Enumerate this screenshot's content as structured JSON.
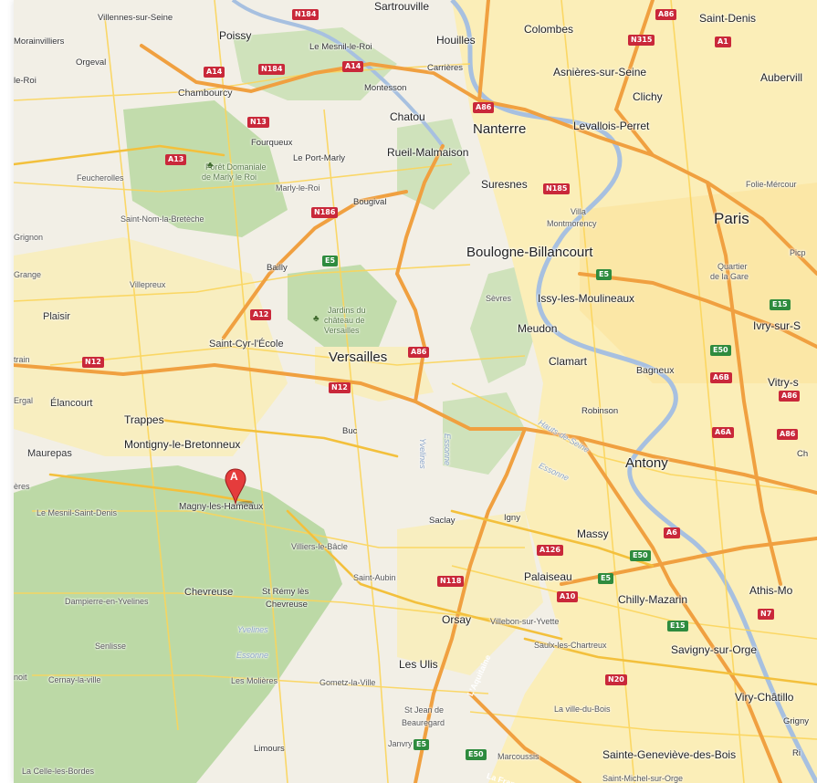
{
  "map": {
    "marker": {
      "letter": "A"
    },
    "cities_big": [
      {
        "id": "paris",
        "name": "Paris"
      },
      {
        "id": "versailles",
        "name": "Versailles"
      },
      {
        "id": "nanterre",
        "name": "Nanterre"
      },
      {
        "id": "boulogne",
        "name": "Boulogne-Billancourt"
      },
      {
        "id": "antony",
        "name": "Antony"
      },
      {
        "id": "clamart",
        "name": "Clamart"
      },
      {
        "id": "meudon",
        "name": "Meudon"
      },
      {
        "id": "issy",
        "name": "Issy-les-Moulineaux"
      },
      {
        "id": "montigny",
        "name": "Montigny-le-Bretonneux"
      },
      {
        "id": "trappes",
        "name": "Trappes"
      },
      {
        "id": "palaiseau",
        "name": "Palaiseau"
      },
      {
        "id": "massy",
        "name": "Massy"
      },
      {
        "id": "orsay",
        "name": "Orsay"
      },
      {
        "id": "lesulis",
        "name": "Les Ulis"
      },
      {
        "id": "chilly",
        "name": "Chilly-Mazarin"
      },
      {
        "id": "savigny",
        "name": "Savigny-sur-Orge"
      },
      {
        "id": "stgenevieve",
        "name": "Sainte-Geneviève-des-Bois"
      },
      {
        "id": "asnieres",
        "name": "Asnières-sur-Seine"
      },
      {
        "id": "colombes",
        "name": "Colombes"
      },
      {
        "id": "levallois",
        "name": "Levallois-Perret"
      },
      {
        "id": "stdenis",
        "name": "Saint-Denis"
      },
      {
        "id": "suresnes",
        "name": "Suresnes"
      },
      {
        "id": "rueil",
        "name": "Rueil-Malmaison"
      },
      {
        "id": "chatou",
        "name": "Chatou"
      },
      {
        "id": "houilles",
        "name": "Houilles"
      },
      {
        "id": "clichy",
        "name": "Clichy"
      },
      {
        "id": "poissy",
        "name": "Poissy"
      },
      {
        "id": "chevreuse",
        "name": "Chevreuse"
      },
      {
        "id": "stcyr",
        "name": "Saint-Cyr-l'École"
      },
      {
        "id": "elancourt",
        "name": "Élancourt"
      },
      {
        "id": "plaisir",
        "name": "Plaisir"
      },
      {
        "id": "maurepas",
        "name": "Maurepas"
      },
      {
        "id": "magny",
        "name": "Magny-les-Hameaux"
      },
      {
        "id": "aubervilliers",
        "name": "Aubervill"
      },
      {
        "id": "ivry",
        "name": "Ivry-sur-S"
      },
      {
        "id": "vitry",
        "name": "Vitry-s"
      },
      {
        "id": "athis",
        "name": "Athis-Mo"
      },
      {
        "id": "viry",
        "name": "Viry-Châtillo"
      },
      {
        "id": "sartrouville",
        "name": "Sartrouville"
      },
      {
        "id": "bagneux",
        "name": "Bagneux"
      }
    ],
    "towns_small": [
      {
        "id": "villennes",
        "name": "Villennes-sur-Seine"
      },
      {
        "id": "morainvilliers",
        "name": "Morainvilliers"
      },
      {
        "id": "orgeval",
        "name": "Orgeval"
      },
      {
        "id": "lesroi",
        "name": "le-Roi"
      },
      {
        "id": "mesnil",
        "name": "Le Mesnil-le-Roi"
      },
      {
        "id": "carrieres",
        "name": "Carrières"
      },
      {
        "id": "chambourcy",
        "name": "Chambourcy"
      },
      {
        "id": "montesson",
        "name": "Montesson"
      },
      {
        "id": "fourqueux",
        "name": "Fourqueux"
      },
      {
        "id": "portmarly",
        "name": "Le Port-Marly"
      },
      {
        "id": "feucherolles",
        "name": "Feucherolles"
      },
      {
        "id": "marly",
        "name": "Marly-le-Roi"
      },
      {
        "id": "bougival",
        "name": "Bougival"
      },
      {
        "id": "stnom",
        "name": "Saint-Nom-la-Bretèche"
      },
      {
        "id": "grignon",
        "name": "Grignon"
      },
      {
        "id": "bailly",
        "name": "Bailly"
      },
      {
        "id": "grange",
        "name": "Grange"
      },
      {
        "id": "villepreux",
        "name": "Villepreux"
      },
      {
        "id": "sevres",
        "name": "Sèvres"
      },
      {
        "id": "villa",
        "name": "Villa"
      },
      {
        "id": "montmorency",
        "name": "Montmorency"
      },
      {
        "id": "foliem",
        "name": "Folie-Mércour"
      },
      {
        "id": "quartier",
        "name": "Quartier"
      },
      {
        "id": "delagare",
        "name": "de la Gare"
      },
      {
        "id": "picp",
        "name": "Picp"
      },
      {
        "id": "trainlbl",
        "name": "train"
      },
      {
        "id": "ergal",
        "name": "Ergal"
      },
      {
        "id": "robinson",
        "name": "Robinson"
      },
      {
        "id": "buc",
        "name": "Buc"
      },
      {
        "id": "res",
        "name": "ères"
      },
      {
        "id": "mesnilsd",
        "name": "Le Mesnil-Saint-Denis"
      },
      {
        "id": "saclay",
        "name": "Saclay"
      },
      {
        "id": "igny",
        "name": "Igny"
      },
      {
        "id": "villiers",
        "name": "Villiers-le-Bâcle"
      },
      {
        "id": "staubin",
        "name": "Saint-Aubin"
      },
      {
        "id": "dampierre",
        "name": "Dampierre-en-Yvelines"
      },
      {
        "id": "stremy1",
        "name": "St Rémy lès"
      },
      {
        "id": "stremy2",
        "name": "Chevreuse"
      },
      {
        "id": "villebon",
        "name": "Villebon-sur-Yvette"
      },
      {
        "id": "saulx",
        "name": "Saulx-les-Chartreux"
      },
      {
        "id": "senlisse",
        "name": "Senlisse"
      },
      {
        "id": "noit",
        "name": "noit"
      },
      {
        "id": "cernay",
        "name": "Cernay-la-ville"
      },
      {
        "id": "molieres",
        "name": "Les Molières"
      },
      {
        "id": "gometz",
        "name": "Gometz-la-Ville"
      },
      {
        "id": "villedubois",
        "name": "La ville-du-Bois"
      },
      {
        "id": "stjean1",
        "name": "St Jean de"
      },
      {
        "id": "stjean2",
        "name": "Beauregard"
      },
      {
        "id": "grigny",
        "name": "Grigny"
      },
      {
        "id": "limours",
        "name": "Limours"
      },
      {
        "id": "janvry",
        "name": "Janvry"
      },
      {
        "id": "marcoussis",
        "name": "Marcoussis"
      },
      {
        "id": "lacelle",
        "name": "La Celle-les-Bordes"
      },
      {
        "id": "stmichel",
        "name": "Saint-Michel-sur-Orge"
      },
      {
        "id": "ch",
        "name": "Ch"
      },
      {
        "id": "ri",
        "name": "Ri"
      }
    ],
    "parks": [
      {
        "id": "foret1",
        "name": "Forêt Domaniale"
      },
      {
        "id": "foret2",
        "name": "de Marly le Roi"
      },
      {
        "id": "jardins1",
        "name": "Jardins du"
      },
      {
        "id": "jardins2",
        "name": "château de"
      },
      {
        "id": "jardins3",
        "name": "Versailles"
      }
    ],
    "areas": [
      {
        "id": "yvelines1",
        "name": "Yvelines"
      },
      {
        "id": "essonne1",
        "name": "Essonne"
      },
      {
        "id": "yvelines2",
        "name": "Yvelines"
      },
      {
        "id": "essonne2",
        "name": "Essonne"
      },
      {
        "id": "hautsdeseine",
        "name": "Hauts-de-Seine"
      },
      {
        "id": "essonne3",
        "name": "Essonne"
      },
      {
        "id": "laquitaine",
        "name": "L'Aquitaine"
      },
      {
        "id": "lafrancilienne",
        "name": "La Francilienne"
      }
    ],
    "shields": [
      {
        "id": "n184a",
        "label": "N184",
        "kind": "red"
      },
      {
        "id": "n184b",
        "label": "N184",
        "kind": "red"
      },
      {
        "id": "a14a",
        "label": "A14",
        "kind": "red"
      },
      {
        "id": "a14b",
        "label": "A14",
        "kind": "red"
      },
      {
        "id": "a86a",
        "label": "A86",
        "kind": "red"
      },
      {
        "id": "n315",
        "label": "N315",
        "kind": "red"
      },
      {
        "id": "a1",
        "label": "A1",
        "kind": "red"
      },
      {
        "id": "a86b",
        "label": "A86",
        "kind": "red"
      },
      {
        "id": "n13",
        "label": "N13",
        "kind": "red"
      },
      {
        "id": "a13",
        "label": "A13",
        "kind": "red"
      },
      {
        "id": "n186a",
        "label": "N186",
        "kind": "red"
      },
      {
        "id": "n185",
        "label": "N185",
        "kind": "red"
      },
      {
        "id": "e5a",
        "label": "E5",
        "kind": "green"
      },
      {
        "id": "e5b",
        "label": "E5",
        "kind": "green"
      },
      {
        "id": "a12",
        "label": "A12",
        "kind": "red"
      },
      {
        "id": "n12a",
        "label": "N12",
        "kind": "red"
      },
      {
        "id": "a86c",
        "label": "A86",
        "kind": "red"
      },
      {
        "id": "n12b",
        "label": "N12",
        "kind": "red"
      },
      {
        "id": "e15",
        "label": "E15",
        "kind": "green"
      },
      {
        "id": "e50a",
        "label": "E50",
        "kind": "green"
      },
      {
        "id": "a6b",
        "label": "A6B",
        "kind": "red"
      },
      {
        "id": "a6a",
        "label": "A6A",
        "kind": "red"
      },
      {
        "id": "a86d",
        "label": "A86",
        "kind": "red"
      },
      {
        "id": "a6",
        "label": "A6",
        "kind": "red"
      },
      {
        "id": "e50b",
        "label": "E50",
        "kind": "green"
      },
      {
        "id": "a126",
        "label": "A126",
        "kind": "red"
      },
      {
        "id": "n118",
        "label": "N118",
        "kind": "red"
      },
      {
        "id": "e5c",
        "label": "E5",
        "kind": "green"
      },
      {
        "id": "a10",
        "label": "A10",
        "kind": "red"
      },
      {
        "id": "e15b",
        "label": "E15",
        "kind": "green"
      },
      {
        "id": "n7",
        "label": "N7",
        "kind": "red"
      },
      {
        "id": "n20",
        "label": "N20",
        "kind": "red"
      },
      {
        "id": "e5d",
        "label": "E5",
        "kind": "green"
      },
      {
        "id": "e50c",
        "label": "E50",
        "kind": "green"
      },
      {
        "id": "a86e",
        "label": "A86",
        "kind": "red"
      }
    ],
    "colors": {
      "land": "#f2efe6",
      "forest": "#bcd9a6",
      "urban": "#fdf3bd",
      "motorway": "#f0a040",
      "primary": "#fbd55b",
      "water": "#a7c0e0"
    }
  }
}
